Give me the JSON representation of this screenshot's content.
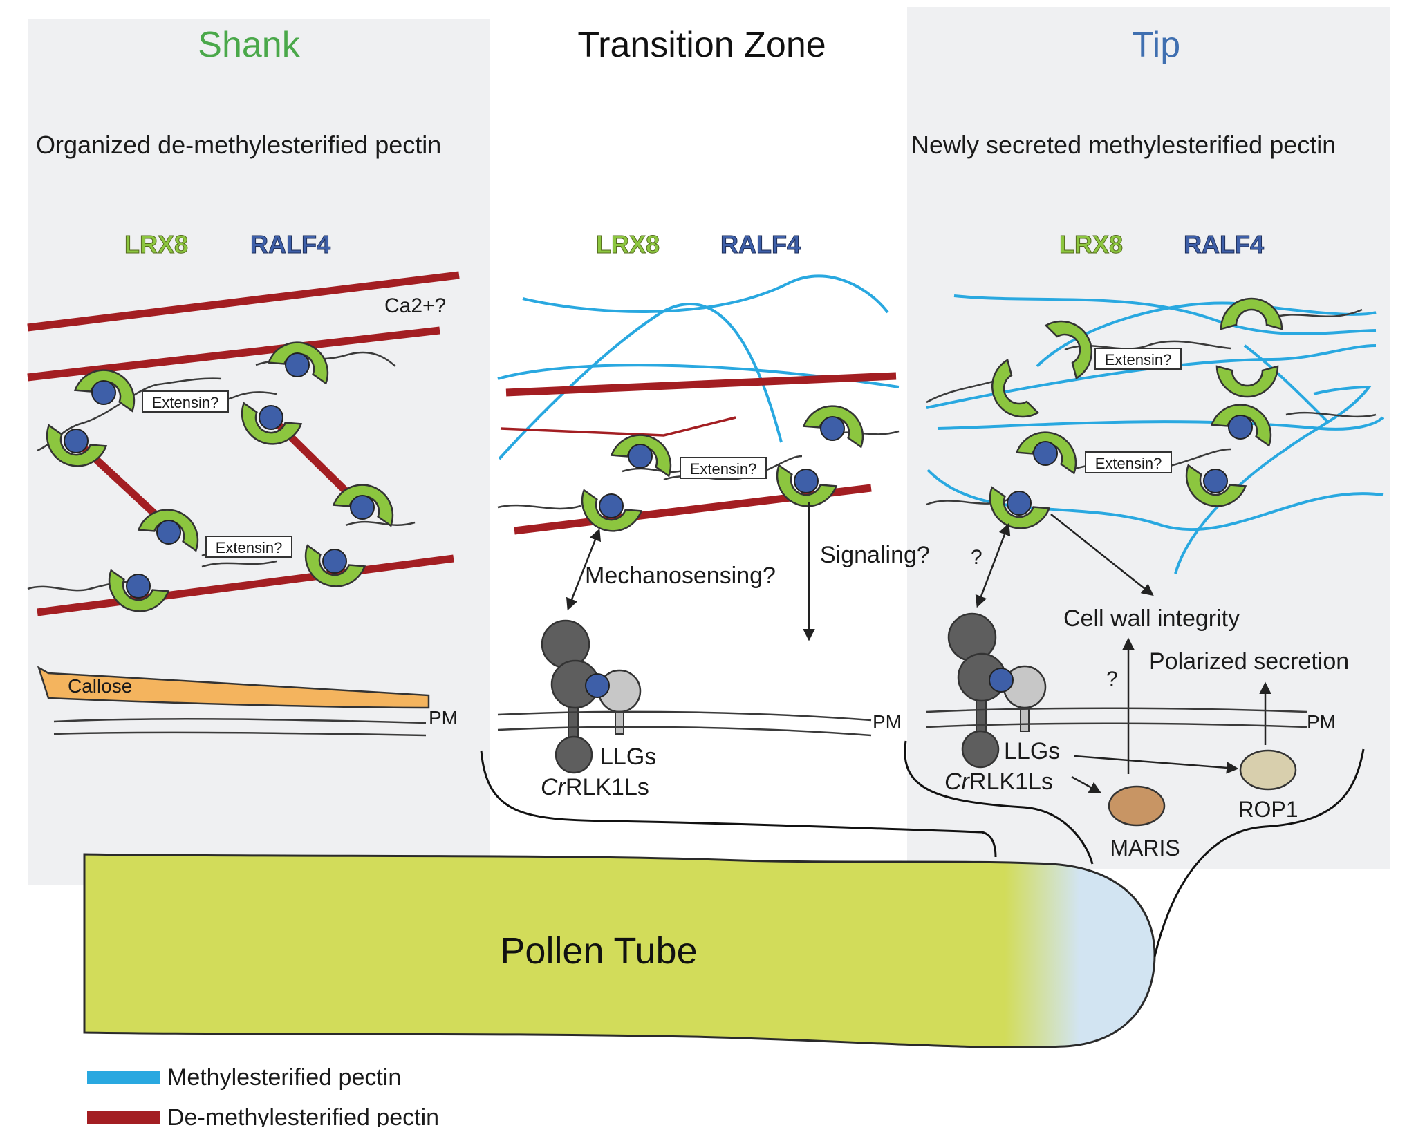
{
  "panels": {
    "shank": {
      "title": "Shank",
      "subtitle": "Organized de-methylesterified pectin"
    },
    "transition": {
      "title": "Transition Zone"
    },
    "tip": {
      "title": "Tip",
      "subtitle": "Newly secreted methylesterified pectin"
    }
  },
  "proteins": {
    "lrx8": "LRX8",
    "ralf4": "RALF4"
  },
  "labels": {
    "ca": "Ca2+?",
    "extensin": "Extensin?",
    "callose": "Callose",
    "pm": "PM",
    "mechanosensing": "Mechanosensing?",
    "signaling": "Signaling?",
    "question": "?",
    "llgs": "LLGs",
    "crrlk_italic": "Cr",
    "crrlk_rest": "RLK1Ls",
    "cell_wall_integrity": "Cell wall integrity",
    "polarized_secretion": "Polarized secretion",
    "maris": "MARIS",
    "rop1": "ROP1",
    "pollen_tube": "Pollen Tube"
  },
  "legend": {
    "items": [
      {
        "label": "Methylesterified pectin",
        "color": "#29a8e0"
      },
      {
        "label": "De-methylesterified pectin",
        "color": "#a31e22"
      }
    ]
  },
  "colors": {
    "shank_title": "#4aa84a",
    "tip_title": "#3f6fb0",
    "lrx8": "#8cc63f",
    "ralf4": "#3e5fa8",
    "panel_bg": "#eff0f2",
    "pollen_tube": "#d2dc5a",
    "pollen_tip": "#d2e4f2",
    "callose": "#f4b45e",
    "maris": "#c89564",
    "rop1": "#d8cfad"
  }
}
